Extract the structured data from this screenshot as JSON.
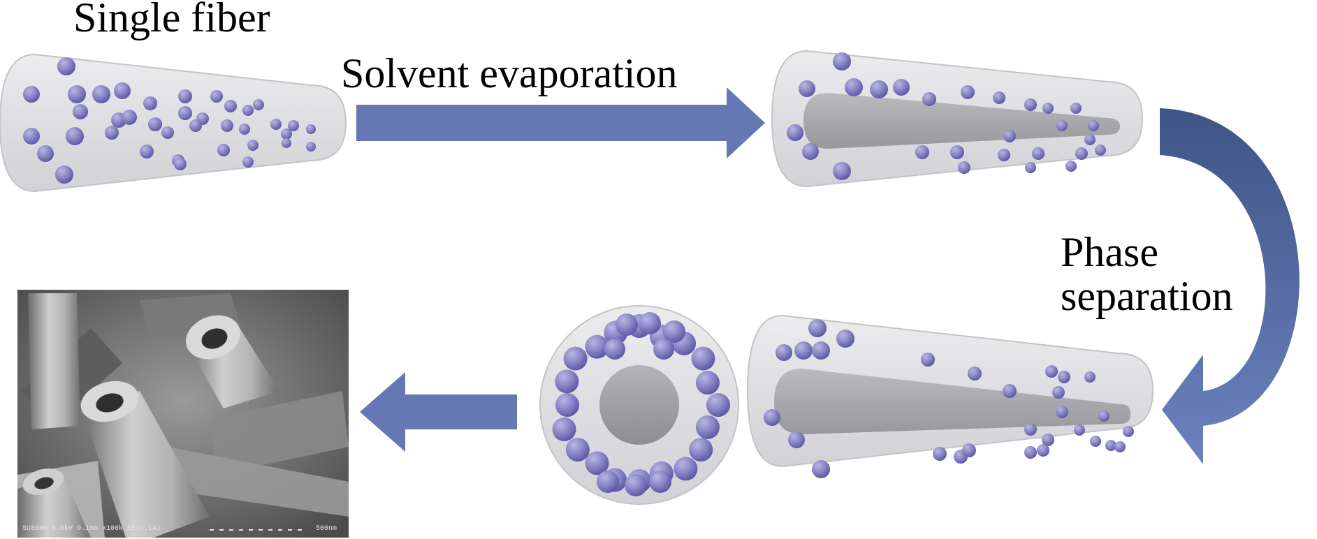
{
  "labels": {
    "single_fiber": "Single fiber",
    "solvent_evaporation": "Solvent evaporation",
    "phase_line1": "Phase",
    "phase_line2": "separation"
  },
  "sem": {
    "caption": "SU8000 5.0kV 9.1mm x100k SE(U,LA)",
    "scale_text": "500nm"
  },
  "colors": {
    "particle": "#8a86c6",
    "particle_edge": "#5f5aa8",
    "arrow": "#6478b4",
    "arrow_dark": "#4a5f95",
    "fiber_fill": "#e2e2e4",
    "fiber_edge": "#c4c4c8",
    "core": "#a2a2a5"
  }
}
